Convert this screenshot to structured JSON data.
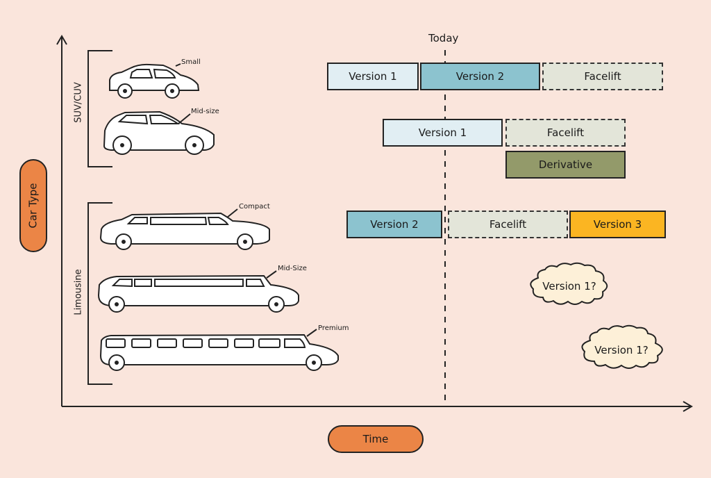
{
  "today_label": "Today",
  "axes": {
    "y_label": "Car Type",
    "x_label": "Time"
  },
  "colors": {
    "background": "#fae5dc",
    "axis_pill": "#eb8546",
    "version1": "#e1eef3",
    "version2": "#8cc3cf",
    "facelift": "#e3e5d9",
    "derivative": "#939a6a",
    "version3": "#fbb522",
    "cloud": "#fdf0d8"
  },
  "categories": [
    {
      "name": "SUV/CUV",
      "cars": [
        {
          "label": "Small"
        },
        {
          "label": "Mid-size"
        }
      ]
    },
    {
      "name": "Limousine",
      "cars": [
        {
          "label": "Compact"
        },
        {
          "label": "Mid-Size"
        },
        {
          "label": "Premium"
        }
      ]
    }
  ],
  "timeline": {
    "row_small": [
      {
        "label": "Version 1",
        "style": "solid"
      },
      {
        "label": "Version 2",
        "style": "solid"
      },
      {
        "label": "Facelift",
        "style": "dashed"
      }
    ],
    "row_midsize_suv": [
      {
        "label": "Version 1",
        "style": "solid"
      },
      {
        "label": "Facelift",
        "style": "dashed"
      },
      {
        "label": "Derivative",
        "style": "solid"
      }
    ],
    "row_compact_limo": [
      {
        "label": "Version 2",
        "style": "solid"
      },
      {
        "label": "Facelift",
        "style": "dashed"
      },
      {
        "label": "Version 3",
        "style": "solid"
      }
    ],
    "row_midsize_limo": [
      {
        "label": "Version 1?",
        "style": "cloud"
      }
    ],
    "row_premium_limo": [
      {
        "label": "Version 1?",
        "style": "cloud"
      }
    ]
  }
}
